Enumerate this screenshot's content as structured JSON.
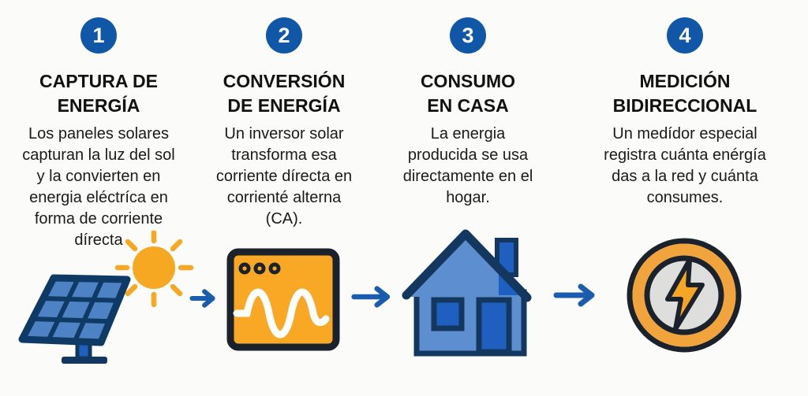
{
  "colors": {
    "background": "#FBFBF9",
    "badge_blue": "#1157A8",
    "arrow_blue": "#1A5CAD",
    "outline_navy": "#14375F",
    "panel_cell_blue": "#4D82C4",
    "house_body_blue": "#5D8FD0",
    "house_detail_blue": "#1E5FBF",
    "sun_orange": "#F7A823",
    "inverter_orange": "#F9A826",
    "meter_ring_orange": "#F2A43C",
    "meter_face_gray": "#DEDEDC",
    "heading_text": "#111111",
    "body_text": "#1a1a1a"
  },
  "steps": [
    {
      "number": "1",
      "title_line1": "CAPTURA DE",
      "title_line2": "ENERGÍA",
      "description": "Los paneles solares capturan la luz del sol y la convierten en energia eléctríca en forma de corriente dírecta",
      "icon": "solar-panel-and-sun-icon"
    },
    {
      "number": "2",
      "title_line1": "CONVERSIÓN",
      "title_line2": "DE ENERGÍA",
      "description": "Un inversor solar transforma esa corriente dírecta en corrienté alterna (CA).",
      "icon": "inverter-sine-wave-icon"
    },
    {
      "number": "3",
      "title_line1": "CONSUMO",
      "title_line2": "EN CASA",
      "description": "La energia producida se usa directamente en el hogar.",
      "icon": "house-icon"
    },
    {
      "number": "4",
      "title_line1": "MEDICIÓN",
      "title_line2": "BIDIRECCIONAL",
      "description": "Un medídor especial registra cuánta enérgía das a la red y cuánta consumes.",
      "icon": "bidirectional-meter-icon"
    }
  ],
  "arrows": [
    "arrow-right-icon",
    "arrow-right-icon",
    "arrow-right-icon"
  ]
}
